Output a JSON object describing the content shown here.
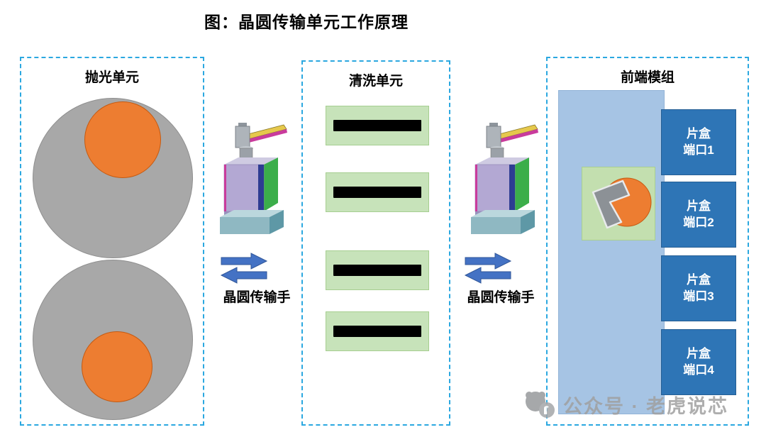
{
  "title": "图：晶圆传输单元工作原理",
  "sections": {
    "polishing": {
      "label": "抛光单元"
    },
    "cleaning": {
      "label": "清洗单元"
    },
    "frontend": {
      "label": "前端模组",
      "ports": [
        {
          "line1": "片盒",
          "line2": "端口1"
        },
        {
          "line1": "片盒",
          "line2": "端口2"
        },
        {
          "line1": "片盒",
          "line2": "端口3"
        },
        {
          "line1": "片盒",
          "line2": "端口4"
        }
      ]
    }
  },
  "transfer": {
    "left_label": "晶圆传输手",
    "right_label": "晶圆传输手"
  },
  "watermark": {
    "text": "公众号 · 老虎说芯"
  },
  "icons": {
    "robot": "wafer-transfer-robot",
    "arrows": "bidirectional-transfer-arrows",
    "tiger_logo": "tiger-head-logo"
  },
  "colors": {
    "dashed_border": "#2BA8E0",
    "pad_gray": "#A8A8A8",
    "wafer_orange": "#ED7D31",
    "slot_green": "#C7E3BA",
    "slot_bar_black": "#000000",
    "port_blue": "#2E75B6",
    "efem_blue": "#A6C4E4",
    "stage_green": "#C3DFAF",
    "arrow_blue": "#4472C4",
    "watermark_gray": "#A0A0A0"
  }
}
